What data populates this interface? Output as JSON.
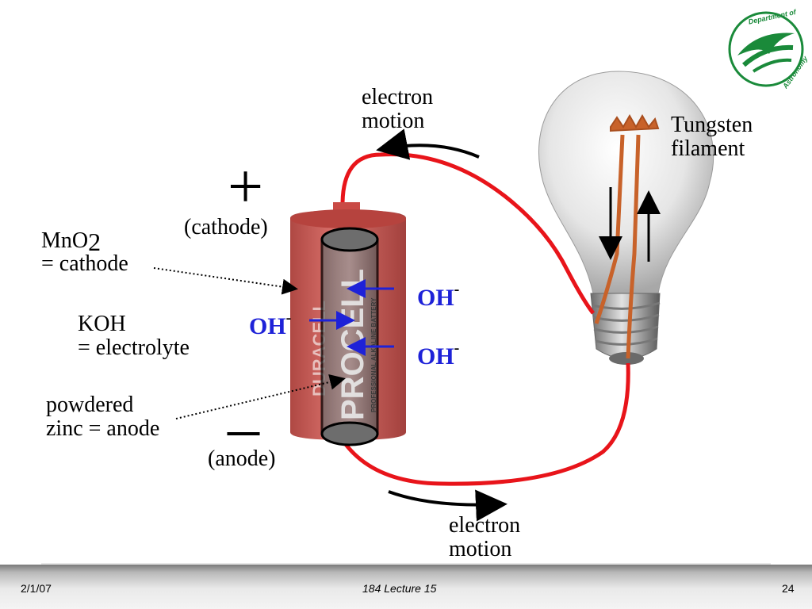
{
  "labels": {
    "electron_motion_top": "electron\nmotion",
    "electron_motion_bottom": "electron\nmotion",
    "tungsten_filament": "Tungsten\nfilament",
    "plus": "+",
    "minus": "–",
    "cathode": "(cathode)",
    "anode": "(anode)",
    "mno2": "MnO",
    "mno2_sub": "2",
    "cathode_eq": "= cathode",
    "koh": "KOH\n= electrolyte",
    "powdered_zinc": "powdered\nzinc = anode",
    "oh": "OH",
    "oh_charge": "-"
  },
  "battery": {
    "brand": "PROCELL",
    "maker": "DURACELL",
    "side_text": "PROFESSIONAL ALKALINE BATTERY"
  },
  "logo": {
    "text_top": "Department of",
    "text_bottom": "Astronomy"
  },
  "footer": {
    "date": "2/1/07",
    "title": "184 Lecture 15",
    "page": "24"
  },
  "colors": {
    "wire": "#e8141a",
    "oh_blue": "#1e22d8",
    "battery_red": "#c94a45",
    "filament": "#c8622a",
    "logo_green": "#1a8a3a"
  }
}
